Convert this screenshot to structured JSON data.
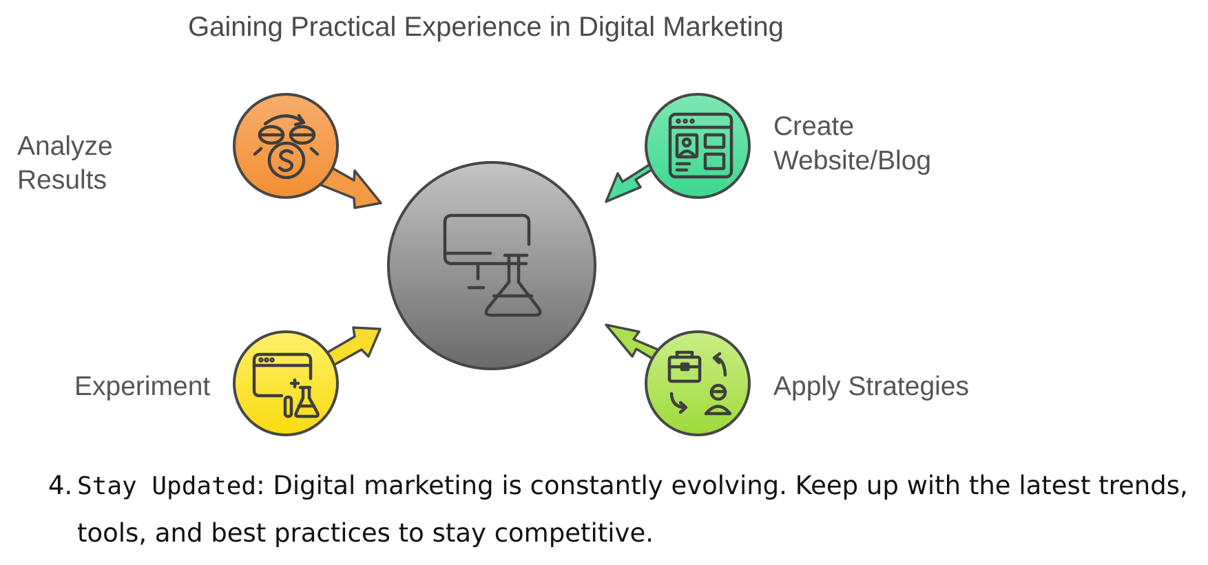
{
  "diagram": {
    "title": "Gaining Practical Experience in Digital Marketing",
    "center": {
      "icon": "computer-lab-flask-icon"
    },
    "nodes": [
      {
        "id": "analyze",
        "label_lines": [
          "Analyze",
          "Results"
        ],
        "icon": "coins-cycle-icon",
        "color_top": "#f7ad6c",
        "color_bottom": "#f38f33"
      },
      {
        "id": "create",
        "label_lines": [
          "Create",
          "Website/Blog"
        ],
        "icon": "website-layout-icon",
        "color_top": "#7ee8b4",
        "color_bottom": "#3cd88f"
      },
      {
        "id": "experiment",
        "label_lines": [
          "Experiment"
        ],
        "icon": "browser-flask-icon",
        "color_top": "#fff06a",
        "color_bottom": "#f9db0f"
      },
      {
        "id": "apply",
        "label_lines": [
          "Apply Strategies"
        ],
        "icon": "briefcase-person-cycle-icon",
        "color_top": "#c8ee86",
        "color_bottom": "#9edb3a"
      }
    ],
    "colors": {
      "center_top": "#c4c4c4",
      "center_bottom": "#6a6a6a",
      "outline": "#474747",
      "text": "#555555"
    }
  },
  "list_item": {
    "number": "4.",
    "term": "Stay Updated",
    "separator": ":",
    "text": " Digital marketing is constantly evolving. Keep up with the latest trends, tools, and best practices to stay competitive."
  }
}
